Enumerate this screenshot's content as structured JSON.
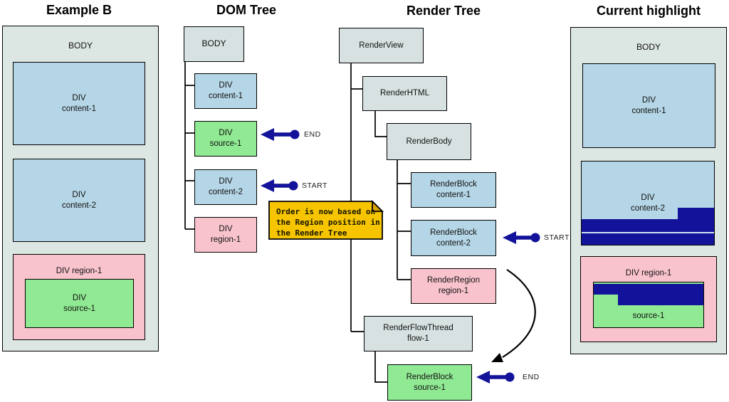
{
  "titles": {
    "example_b": "Example B",
    "dom_tree": "DOM Tree",
    "render_tree": "Render Tree",
    "current_highlight": "Current highlight"
  },
  "example_b": {
    "body_label": "BODY",
    "content1": "DIV\ncontent-1",
    "content2": "DIV\ncontent-2",
    "region1": "DIV region-1",
    "source1": "DIV\nsource-1"
  },
  "dom_tree": {
    "body": "BODY",
    "content1": "DIV\ncontent-1",
    "source1": "DIV\nsource-1",
    "content2": "DIV\ncontent-2",
    "region1": "DIV\nregion-1",
    "end_label": "END",
    "start_label": "START"
  },
  "render_tree": {
    "view": "RenderView",
    "html": "RenderHTML",
    "body": "RenderBody",
    "block_content1": "RenderBlock\ncontent-1",
    "block_content2": "RenderBlock\ncontent-2",
    "region": "RenderRegion\nregion-1",
    "flow_thread": "RenderFlowThread\nflow-1",
    "block_source1": "RenderBlock\nsource-1",
    "start_label": "START",
    "end_label": "END"
  },
  "current_highlight": {
    "body_label": "BODY",
    "content1": "DIV\ncontent-1",
    "content2": "DIV\ncontent-2",
    "region1": "DIV region-1",
    "source1": "source-1"
  },
  "note": {
    "text": "Order is now based on\nthe Region position in\nthe Render Tree"
  },
  "colors": {
    "navy_arrow_and_highlight": "#12129a",
    "light_blue_box": "#b5d6e6",
    "green_box": "#90e993",
    "pink_box": "#f9c3ce",
    "outer_body_fill": "#dce6e2",
    "tree_node_fill": "#d7e1e2",
    "note_yellow": "#f6c500",
    "note_fold": "#d9a400"
  }
}
